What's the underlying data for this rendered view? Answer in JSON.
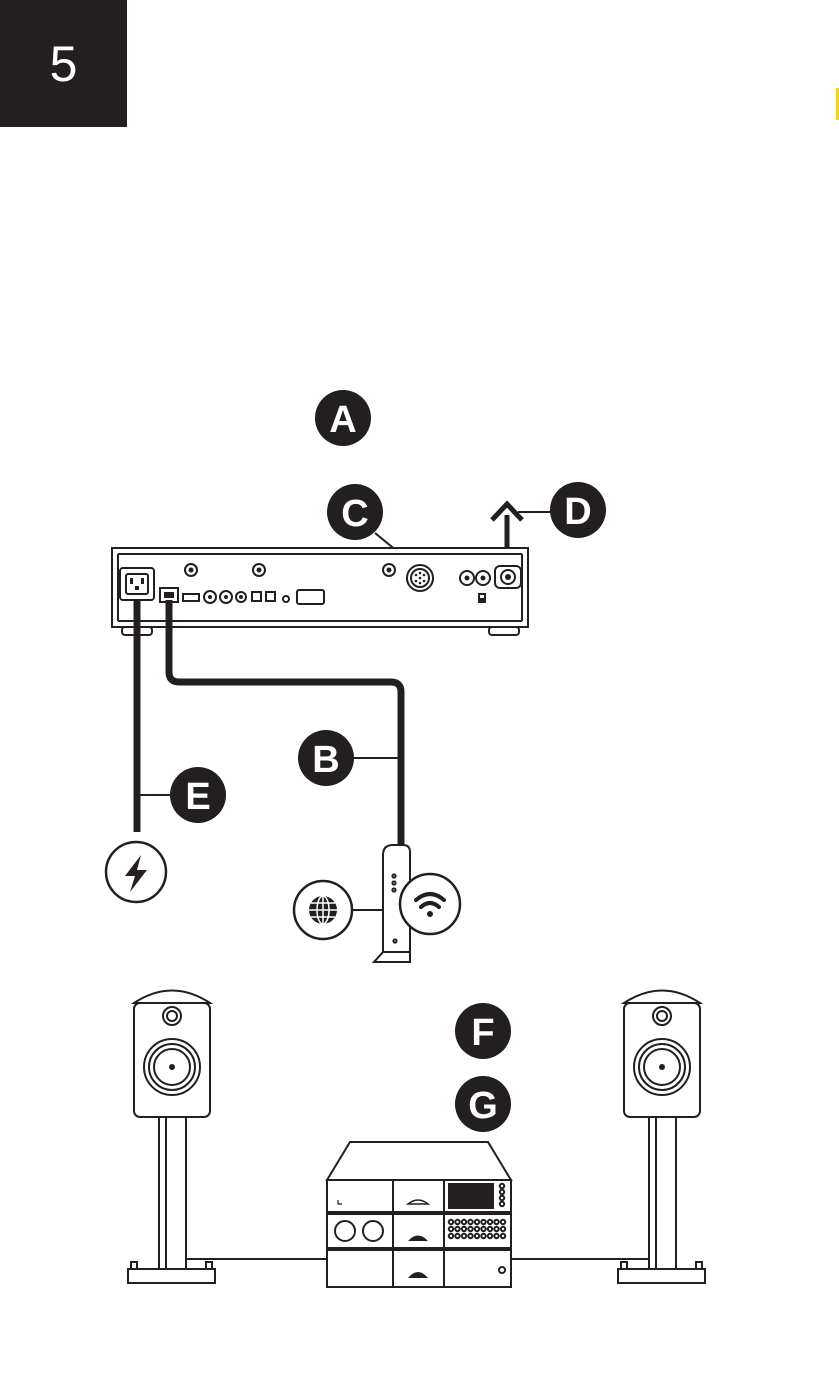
{
  "step": {
    "number": "5"
  },
  "labels": {
    "a": "A",
    "b": "B",
    "c": "C",
    "d": "D",
    "e": "E",
    "f": "F",
    "g": "G"
  },
  "icons": {
    "power": "lightning-bolt-icon",
    "internet": "globe-icon",
    "wifi": "wifi-icon",
    "arrow": "arrow-up-icon"
  },
  "colors": {
    "ink": "#231f20",
    "paper": "#ffffff",
    "accent": "#f2d21c"
  }
}
